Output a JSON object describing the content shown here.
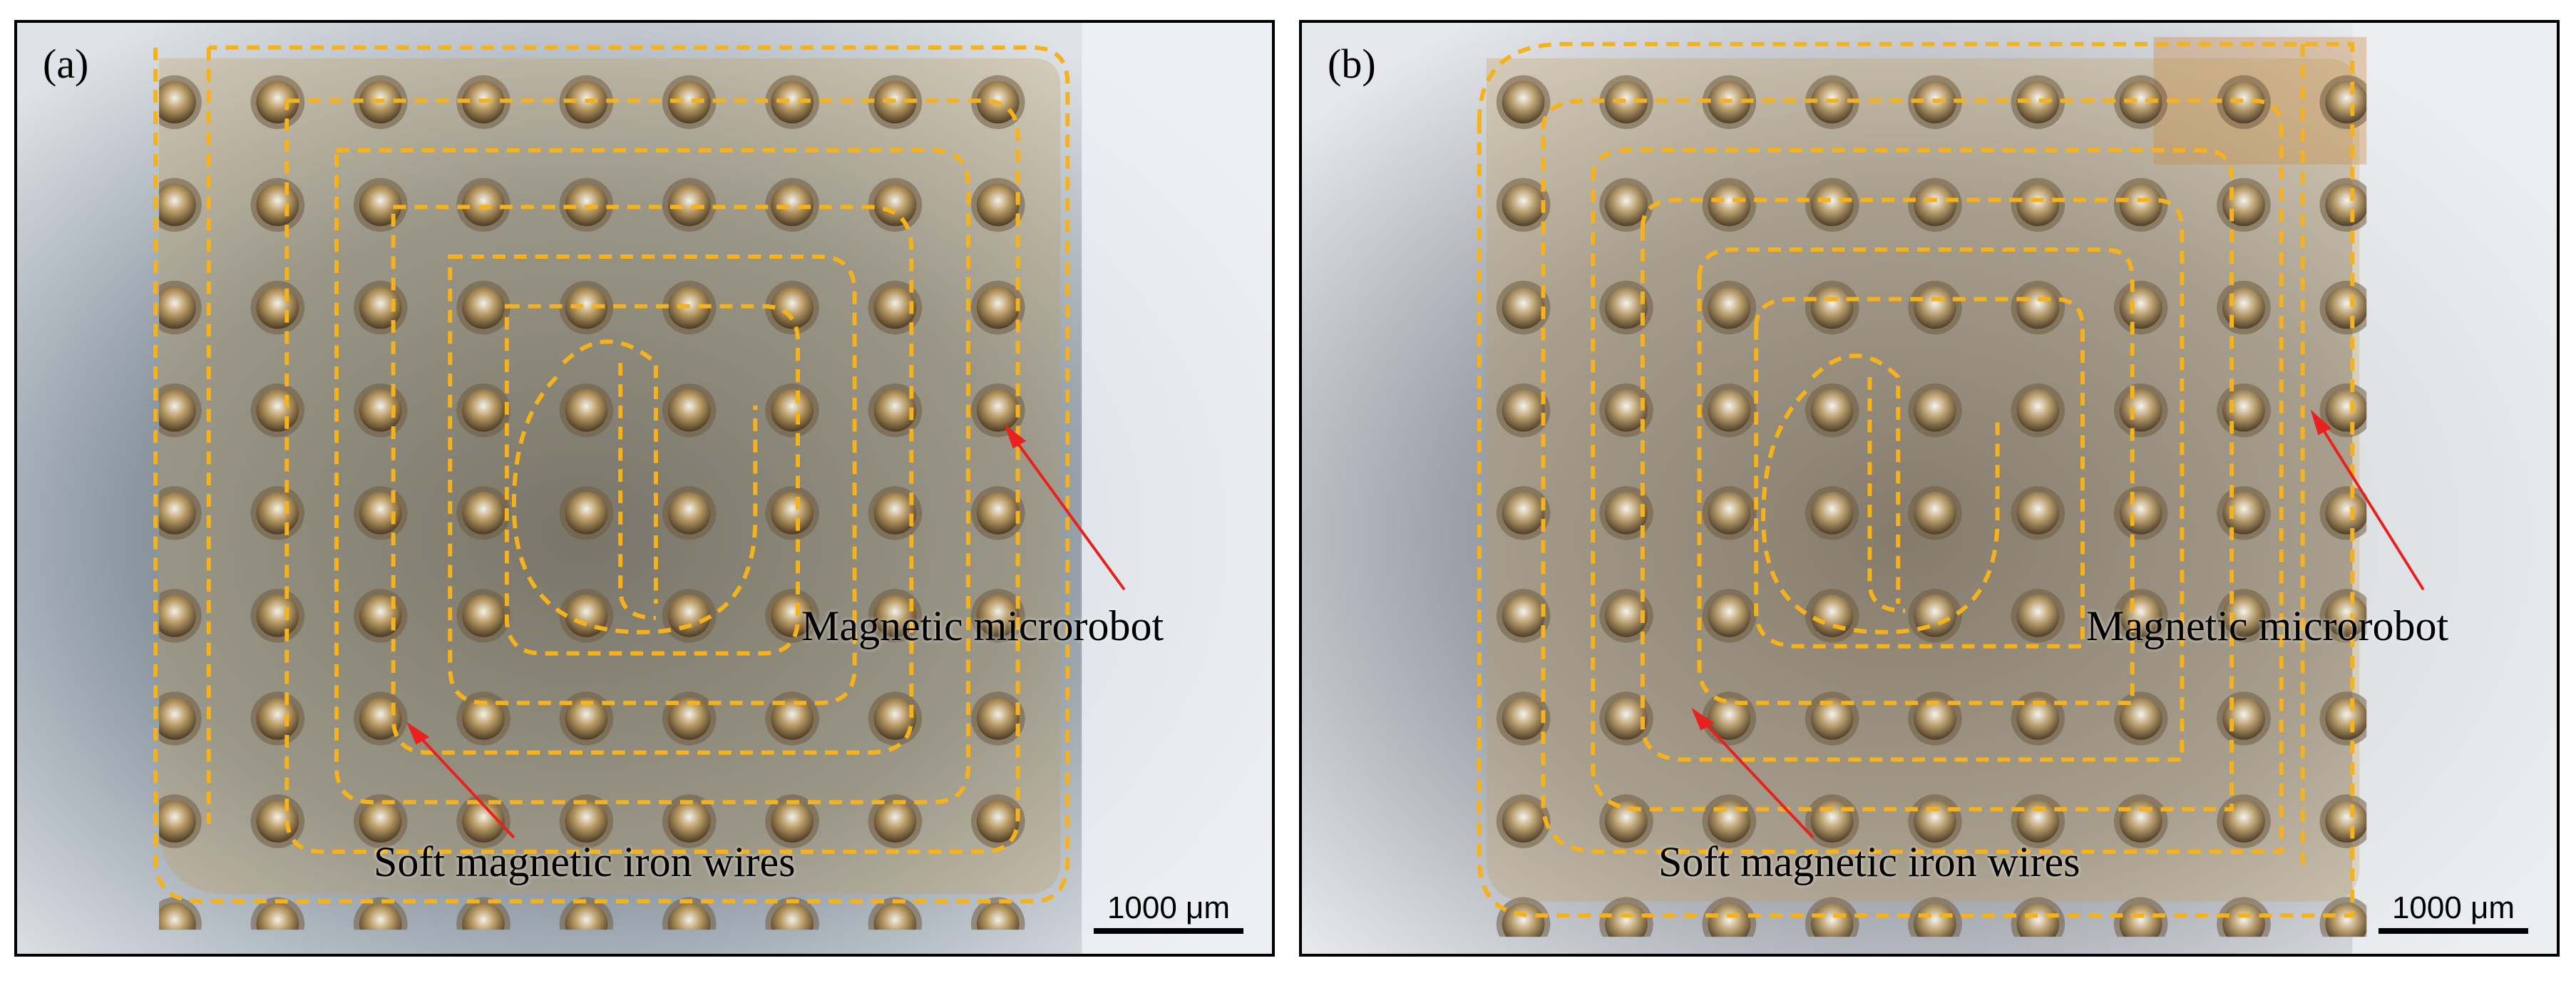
{
  "panels": [
    {
      "label": "(a)",
      "robot_annotation": "Magnetic microrobot",
      "wire_annotation": "Soft magnetic iron wires",
      "scale_bar": "1000 μm"
    },
    {
      "label": "(b)",
      "robot_annotation": "Magnetic microrobot",
      "wire_annotation": "Soft magnetic iron wires",
      "scale_bar": "1000 μm"
    }
  ],
  "colors": {
    "path_dash": "#f5b21a",
    "arrow": "#e8211f",
    "channel": "#c79a4a"
  }
}
